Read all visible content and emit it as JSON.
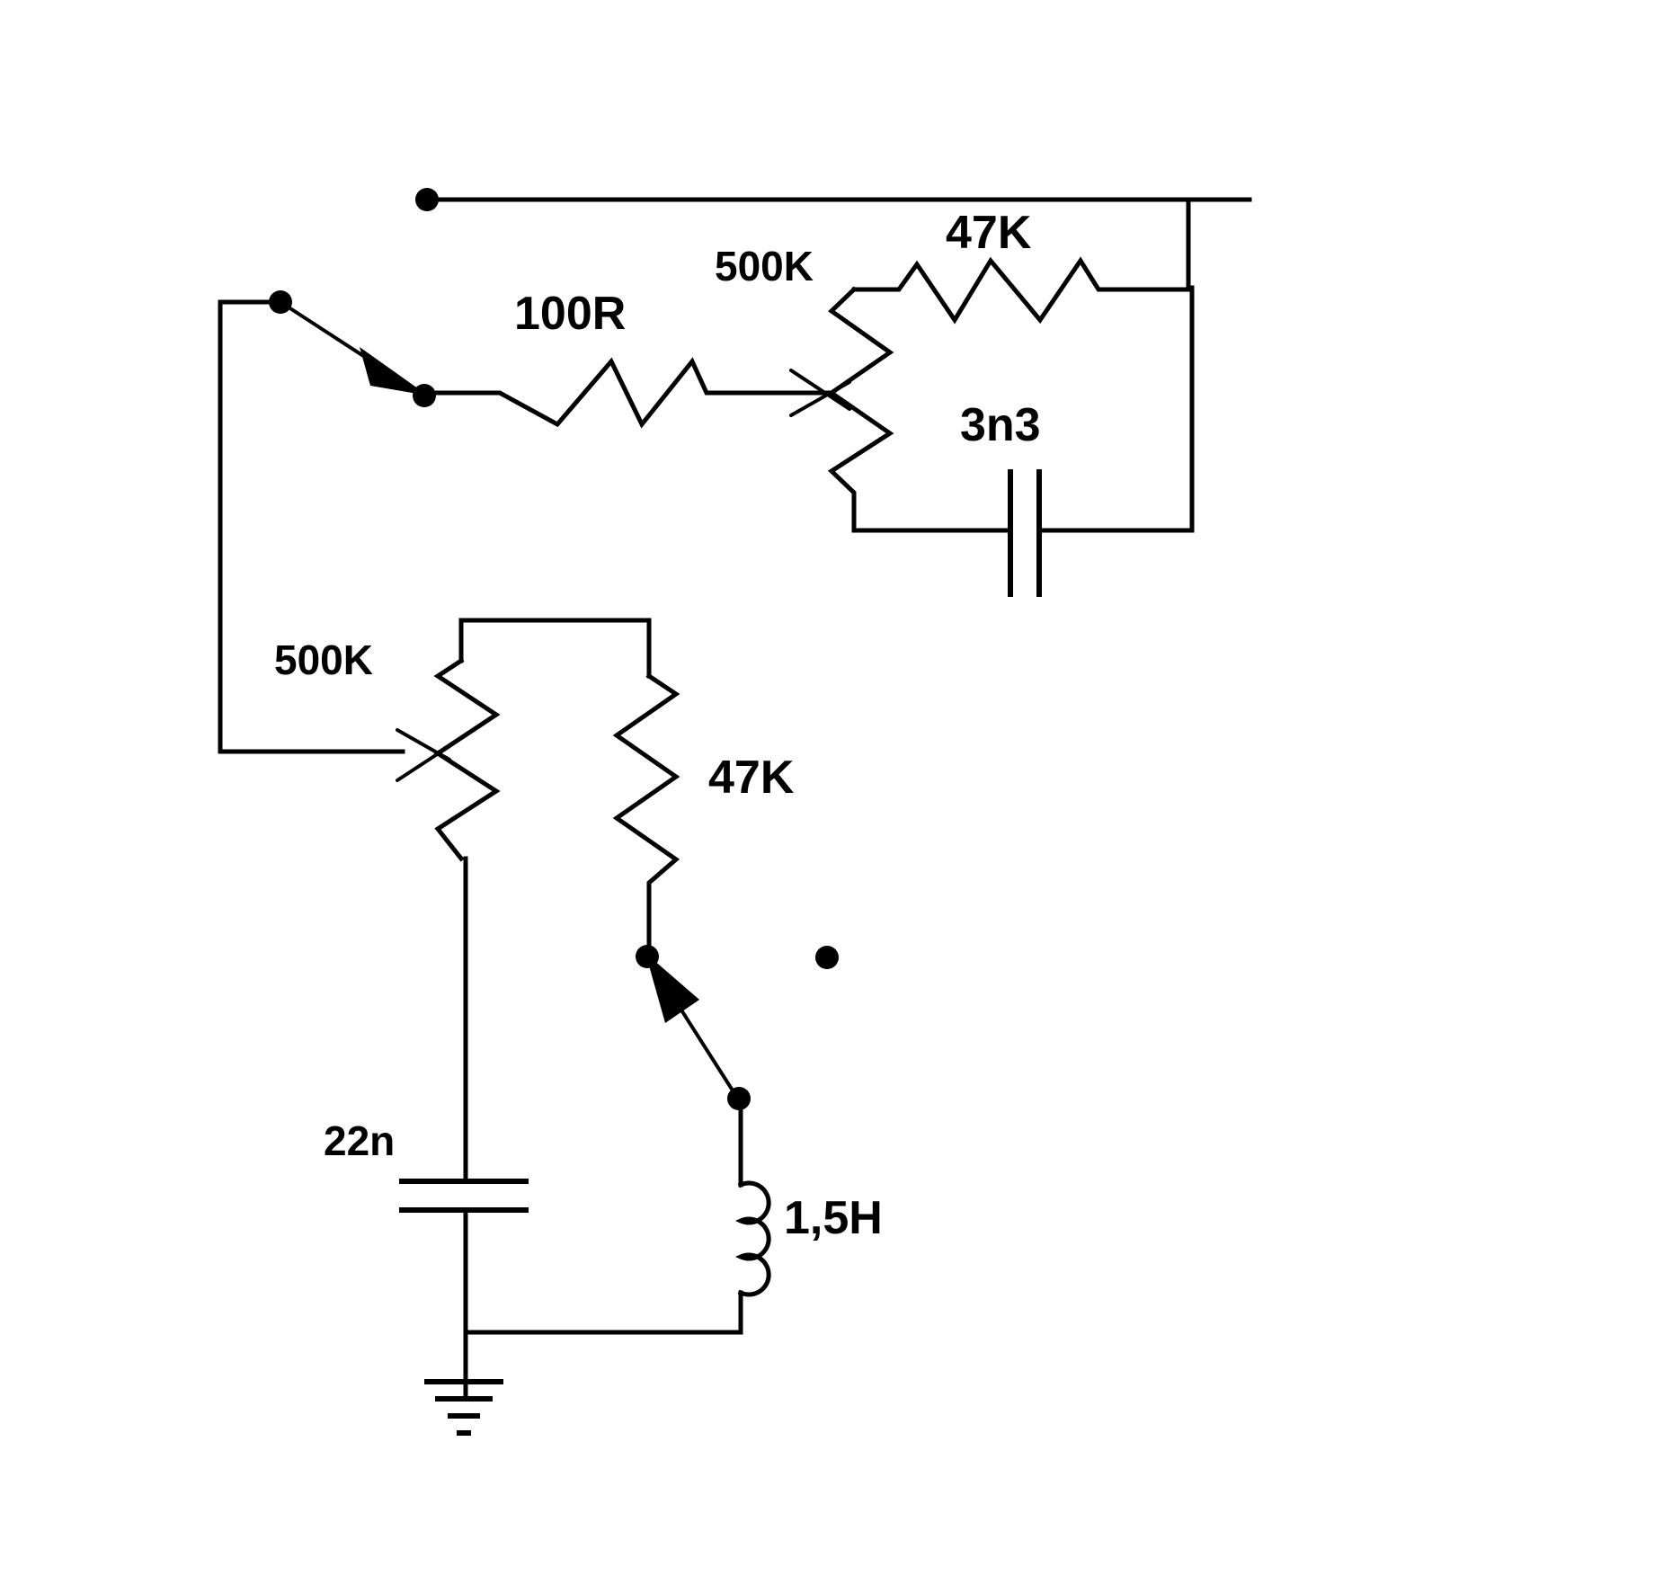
{
  "labels": {
    "r_100r": "100R",
    "pot_top": "500K",
    "r_47k_top": "47K",
    "c_3n3": "3n3",
    "pot_bottom": "500K",
    "r_47k_bottom": "47K",
    "c_22n": "22n",
    "l_1_5h": "1,5H"
  }
}
